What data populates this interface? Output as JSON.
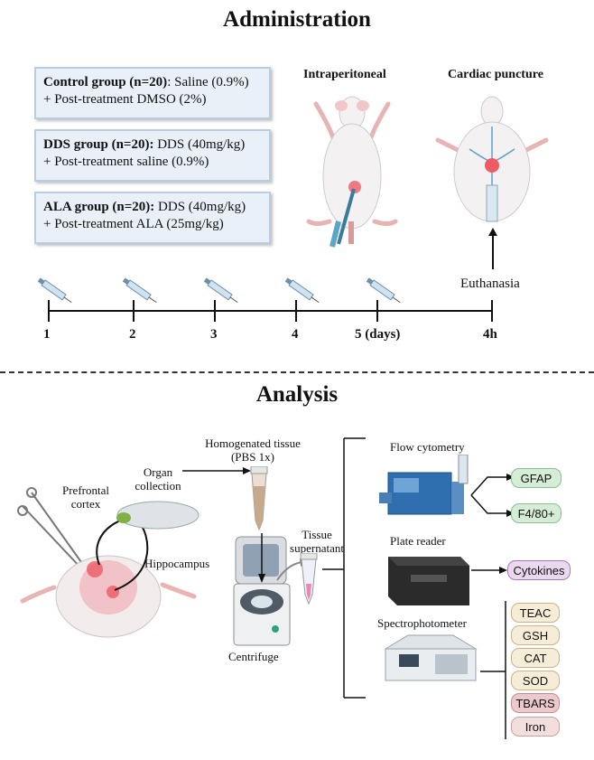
{
  "administration": {
    "title": "Administration",
    "groups": [
      {
        "name": "Control group (n=20)",
        "dose": ": Saline (0.9%)",
        "post": "+ Post-treatment DMSO (2%)"
      },
      {
        "name": "DDS group (n=20):",
        "dose": " DDS (40mg/kg)",
        "post": "+ Post-treatment saline (0.9%)"
      },
      {
        "name": "ALA group (n=20):",
        "dose": " DDS (40mg/kg)",
        "post": "+ Post-treatment ALA (25mg/kg)"
      }
    ],
    "intraperitoneal_label": "Intraperitoneal",
    "cardiac_label": "Cardiac puncture",
    "euthanasia_label": "Euthanasia",
    "timeline": [
      "1",
      "2",
      "3",
      "4",
      "5 (days)",
      "4h"
    ]
  },
  "analysis": {
    "title": "Analysis",
    "homogenated": "Homogenated tissue (PBS 1x)",
    "organ_collection": "Organ collection",
    "prefrontal": "Prefrontal cortex",
    "hippocampus": "Hippocampus",
    "tissue_supernatant": "Tissue supernatant",
    "centrifuge": "Centrifuge",
    "flow_cytometry": "Flow cytometry",
    "plate_reader": "Plate reader",
    "spectrophotometer": "Spectrophotometer",
    "flow_markers": [
      "GFAP",
      "F4/80+"
    ],
    "plate_markers": [
      "Cytokines"
    ],
    "spectro_markers": [
      "TEAC",
      "GSH",
      "CAT",
      "SOD",
      "TBARS",
      "Iron"
    ]
  }
}
